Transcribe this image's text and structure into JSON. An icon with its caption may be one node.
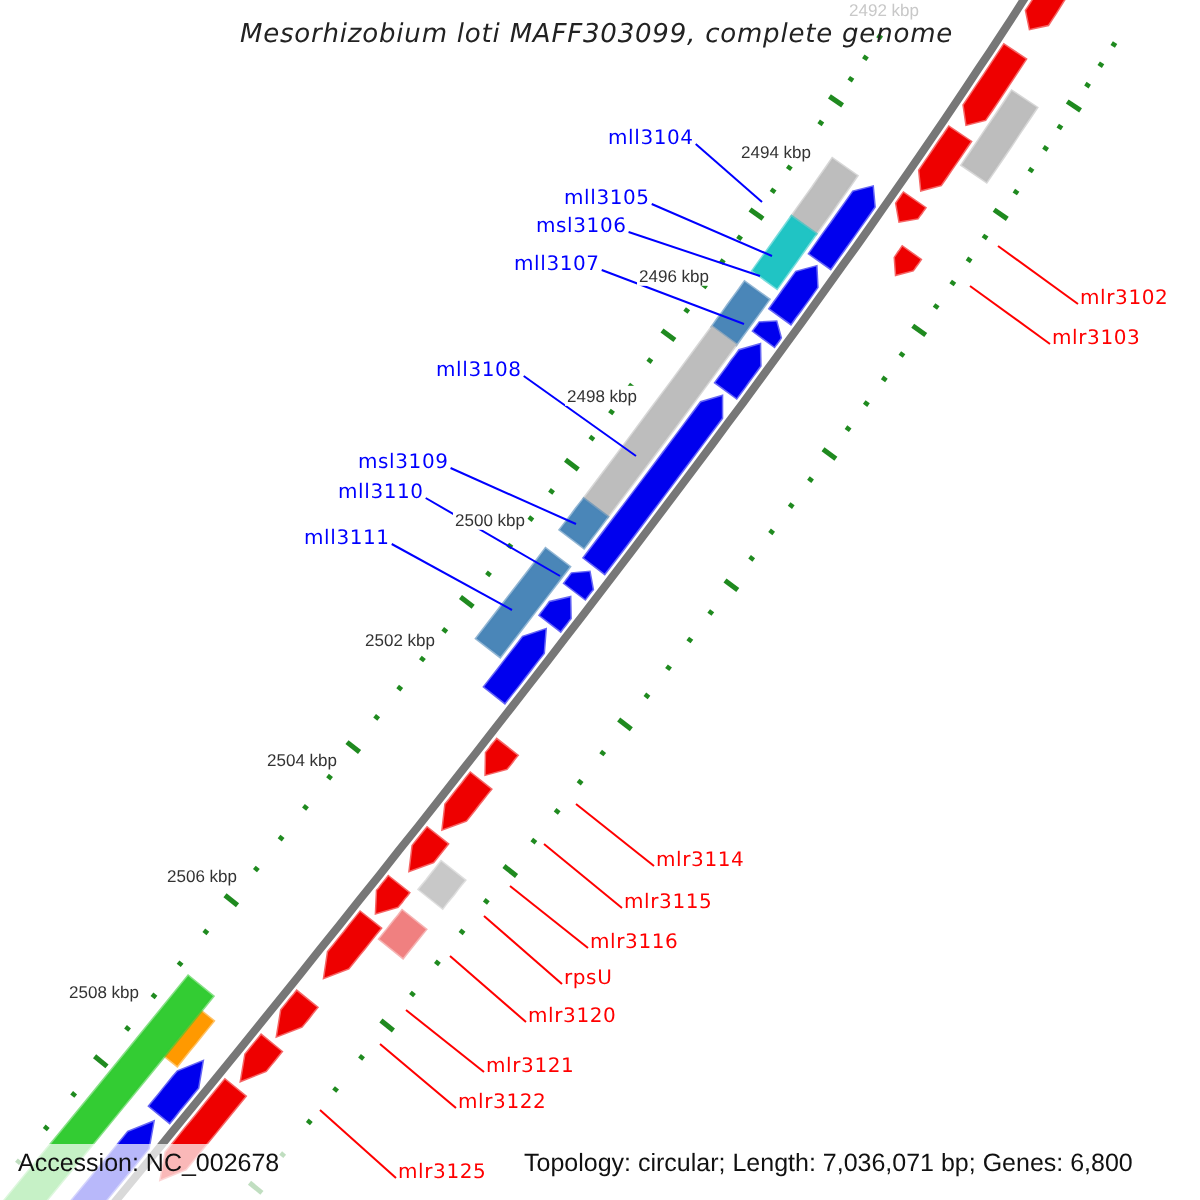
{
  "diagram": {
    "title": "Mesorhizobium loti MAFF303099, complete genome",
    "nodes": [
      {
        "text": [
          "mll3104"
        ]
      },
      {
        "text": [
          "mll3105"
        ]
      },
      {
        "text": [
          "msl3106"
        ]
      },
      {
        "text": [
          "mll3107"
        ]
      },
      {
        "text": [
          "mlr3102"
        ]
      },
      {
        "text": [
          "mlr3103"
        ]
      },
      {
        "text": [
          "mll3108"
        ]
      },
      {
        "text": [
          "msl3109"
        ]
      },
      {
        "text": [
          "mll3110"
        ]
      },
      {
        "text": [
          "mll3111"
        ]
      },
      {
        "text": [
          "mlr3114"
        ]
      },
      {
        "text": [
          "mlr3115"
        ]
      },
      {
        "text": [
          "mlr3116"
        ]
      },
      {
        "text": [
          "rpsU"
        ]
      },
      {
        "text": [
          "mlr3120"
        ]
      },
      {
        "text": [
          "mlr3121"
        ]
      },
      {
        "text": [
          "mlr3122"
        ]
      },
      {
        "text": [
          "mlr3125"
        ]
      }
    ],
    "edges": [
      {
        "from": 0,
        "to": null,
        "arrow": "none",
        "color": "#0000ff"
      },
      {
        "from": 1,
        "to": null,
        "arrow": "none",
        "color": "#0000ff"
      },
      {
        "from": 2,
        "to": null,
        "arrow": "none",
        "color": "#0000ff"
      },
      {
        "from": 3,
        "to": null,
        "arrow": "none",
        "color": "#0000ff"
      },
      {
        "from": 4,
        "to": null,
        "arrow": "none"
      },
      {
        "from": 5,
        "to": null,
        "arrow": "none"
      },
      {
        "from": 6,
        "to": null,
        "arrow": "none",
        "color": "#0000ff"
      },
      {
        "from": 7,
        "to": null,
        "arrow": "none",
        "color": "#0000ff"
      },
      {
        "from": 8,
        "to": null,
        "arrow": "none",
        "color": "#0000ff"
      },
      {
        "from": 9,
        "to": null,
        "arrow": "none",
        "color": "#0000ff"
      },
      {
        "from": 10,
        "to": null,
        "arrow": "none"
      },
      {
        "from": 11,
        "to": null,
        "arrow": "none"
      },
      {
        "from": 12,
        "to": null,
        "arrow": "none"
      },
      {
        "from": 13,
        "to": null,
        "arrow": "none"
      },
      {
        "from": 14,
        "to": null,
        "arrow": "none"
      },
      {
        "from": 15,
        "to": null,
        "arrow": "none"
      },
      {
        "from": 16,
        "to": null,
        "arrow": "none"
      },
      {
        "from": 17,
        "to": null,
        "arrow": "none"
      }
    ],
    "labels": [
      "2492 kbp",
      "2494 kbp",
      "2496 kbp",
      "2498 kbp",
      "2500 kbp",
      "2502 kbp",
      "2504 kbp",
      "2506 kbp",
      "2508 kbp",
      "Accession: NC_002678",
      "Topology: circular; Length: 7,036,071 bp; Genes: 6,800"
    ]
  }
}
